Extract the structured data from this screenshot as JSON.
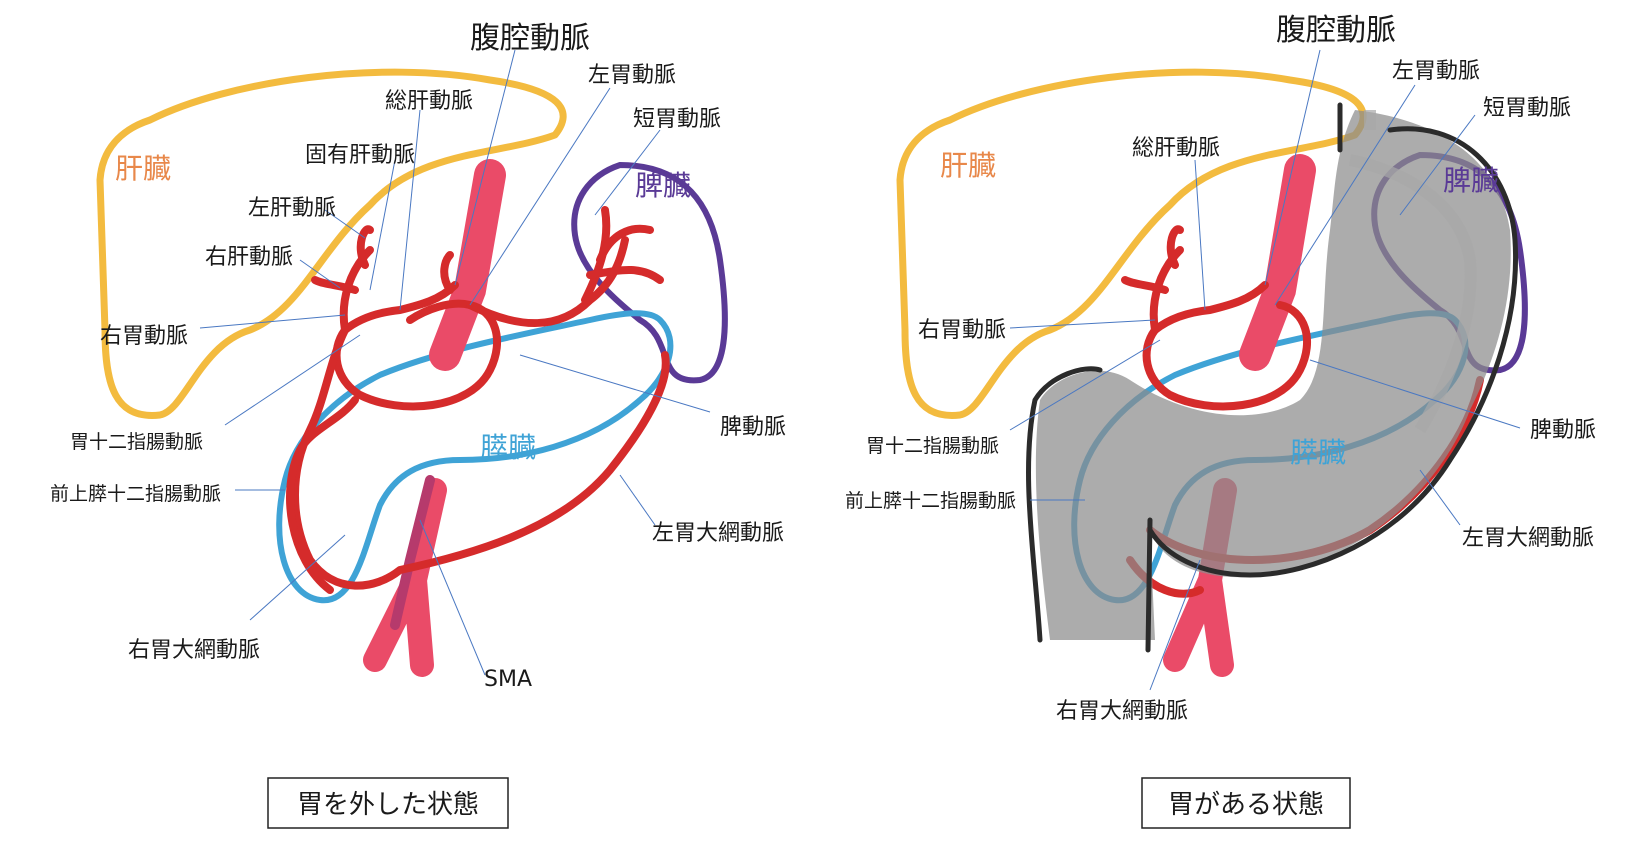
{
  "left_panel": {
    "caption": "胃を外した状態",
    "labels": {
      "celiac": "腹腔動脈",
      "common_hepatic": "総肝動脈",
      "proper_hepatic": "固有肝動脈",
      "left_hepatic": "左肝動脈",
      "right_hepatic": "右肝動脈",
      "right_gastric": "右胃動脈",
      "gastroduodenal": "胃十二指腸動脈",
      "aspd": "前上膵十二指腸動脈",
      "right_gastroepiploic": "右胃大網動脈",
      "left_gastric": "左胃動脈",
      "short_gastric": "短胃動脈",
      "splenic": "脾動脈",
      "left_gastroepiploic": "左胃大網動脈",
      "sma": "SMA",
      "liver": "肝臓",
      "spleen": "脾臓",
      "pancreas": "膵臓"
    }
  },
  "right_panel": {
    "caption": "胃がある状態",
    "labels": {
      "celiac": "腹腔動脈",
      "left_gastric": "左胃動脈",
      "short_gastric": "短胃動脈",
      "common_hepatic": "総肝動脈",
      "right_gastric": "右胃動脈",
      "gastroduodenal": "胃十二指腸動脈",
      "aspd": "前上膵十二指腸動脈",
      "splenic": "脾動脈",
      "left_gastroepiploic": "左胃大網動脈",
      "right_gastroepiploic": "右胃大網動脈",
      "liver": "肝臓",
      "spleen": "脾臓",
      "pancreas": "膵臓"
    }
  },
  "colors": {
    "liver": "#f3bb3f",
    "liver_text": "#e8884a",
    "spleen": "#5a3a96",
    "pancreas": "#3fa3d6",
    "artery": "#d52b2b",
    "aorta": "#ea4b68",
    "stomach": "#8c8c8c",
    "leader": "#4a78c2"
  }
}
